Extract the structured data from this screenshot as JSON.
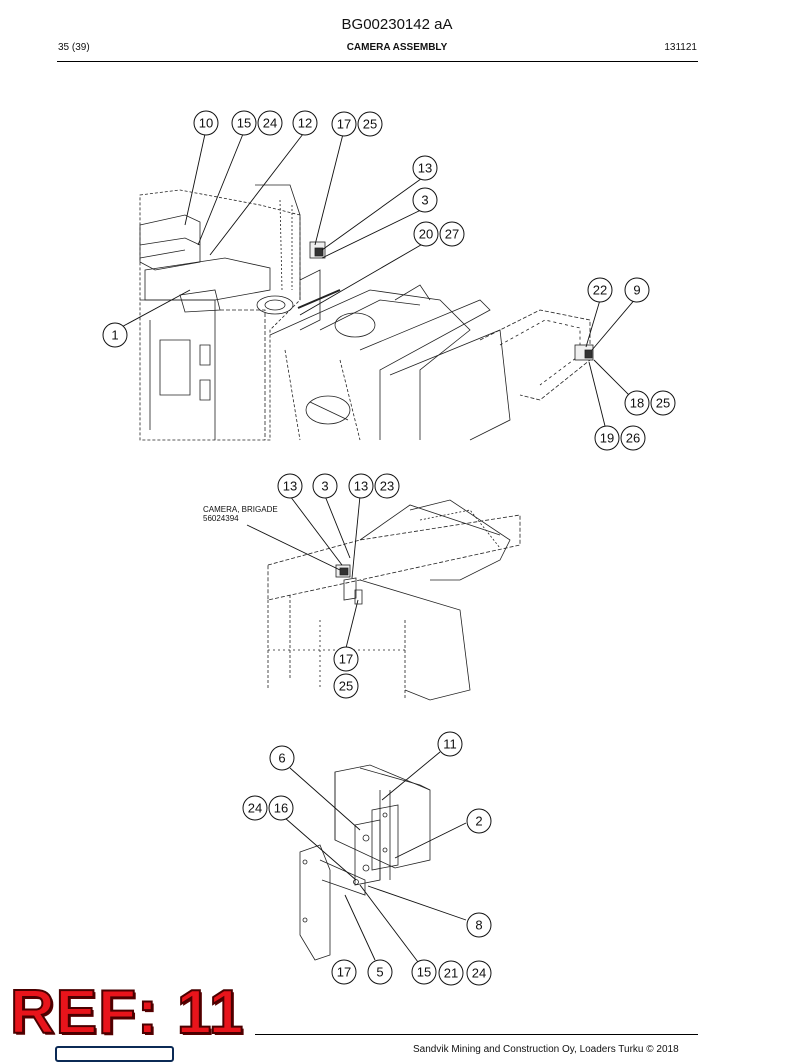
{
  "document": {
    "doc_id": "BG00230142 aA",
    "page": "35 (39)",
    "section_title": "CAMERA ASSEMBLY",
    "date_code": "131121"
  },
  "views": {
    "top_callouts": [
      "10",
      "15",
      "24",
      "12",
      "17",
      "25",
      "13",
      "3",
      "20",
      "27",
      "1",
      "22",
      "9",
      "18",
      "25",
      "19",
      "26"
    ],
    "middle_callouts": [
      "13",
      "3",
      "13",
      "23",
      "17",
      "25"
    ],
    "middle_label_line1": "CAMERA, BRIGADE",
    "middle_label_line2": "56024394",
    "bottom_callouts": [
      "11",
      "6",
      "24",
      "16",
      "2",
      "8",
      "17",
      "5",
      "15",
      "21",
      "24"
    ]
  },
  "stamp": {
    "text": "REF: 11"
  },
  "footer": {
    "text": "Sandvik Mining and Construction Oy, Loaders Turku © 2018"
  }
}
